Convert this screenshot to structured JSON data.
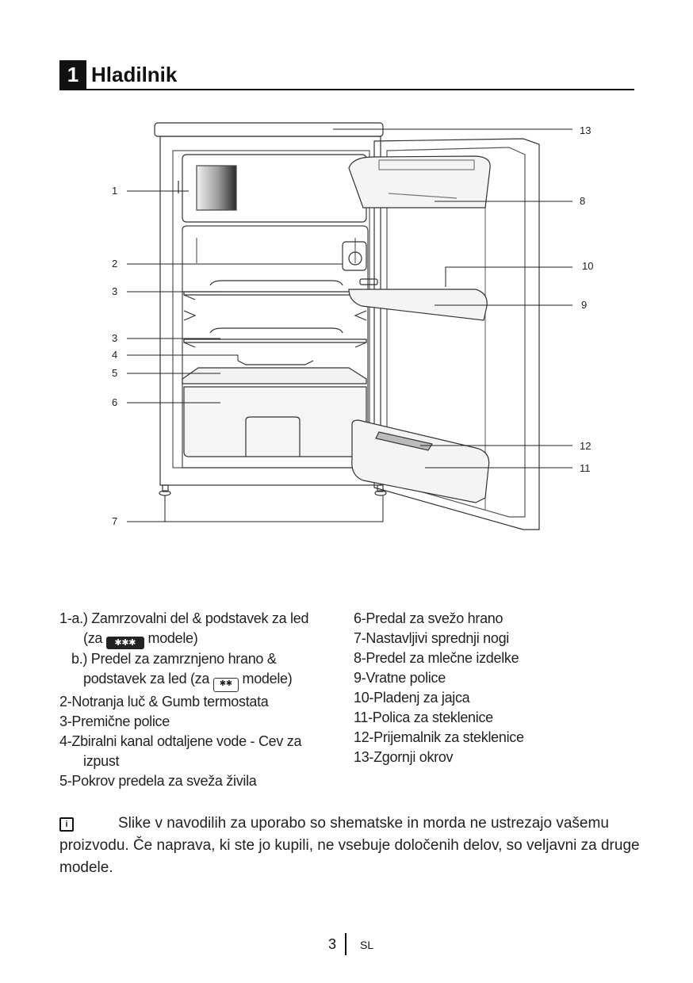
{
  "section": {
    "number": "1",
    "title": "Hladilnik"
  },
  "callouts": {
    "c1": "1",
    "c2": "2",
    "c3a": "3",
    "c3b": "3",
    "c4": "4",
    "c5": "5",
    "c6": "6",
    "c7": "7",
    "c8": "8",
    "c9": "9",
    "c10": "10",
    "c11": "11",
    "c12": "12",
    "c13": "13"
  },
  "legend_left": {
    "l1a_1": "1-a.) Zamrzovalni del & podstavek za led",
    "l1a_2_pre": "(za",
    "l1a_2_post": "modele)",
    "l1b_1": "b.) Predel za zamrznjeno hrano &",
    "l1b_2_pre": "podstavek za led (za",
    "l1b_2_post": "modele)",
    "l2": "2-Notranja luč & Gumb termostata",
    "l3": "3-Premične police",
    "l4_1": "4-Zbiralni kanal odtaljene vode - Cev za",
    "l4_2": "izpust",
    "l5": "5-Pokrov predela za sveža živila"
  },
  "legend_right": {
    "r6": "6-Predal za svežo hrano",
    "r7": "7-Nastavljivi sprednji nogi",
    "r8": "8-Predel za mlečne izdelke",
    "r9": "9-Vratne police",
    "r10": "10-Pladenj za jajca",
    "r11": "11-Polica za steklenice",
    "r12": "12-Prijemalnik za steklenice",
    "r13": "13-Zgornji okrov"
  },
  "badges": {
    "three_star": "✱✱✱",
    "two_star": "✱✱"
  },
  "note": {
    "icon": "info-icon",
    "text": "Slike v navodilih za uporabo so shematske in morda ne ustrezajo vašemu proizvodu. Če naprava, ki ste jo kupili, ne vsebuje določenih delov, so veljavni za druge modele."
  },
  "footer": {
    "page": "3",
    "lang": "SL"
  }
}
